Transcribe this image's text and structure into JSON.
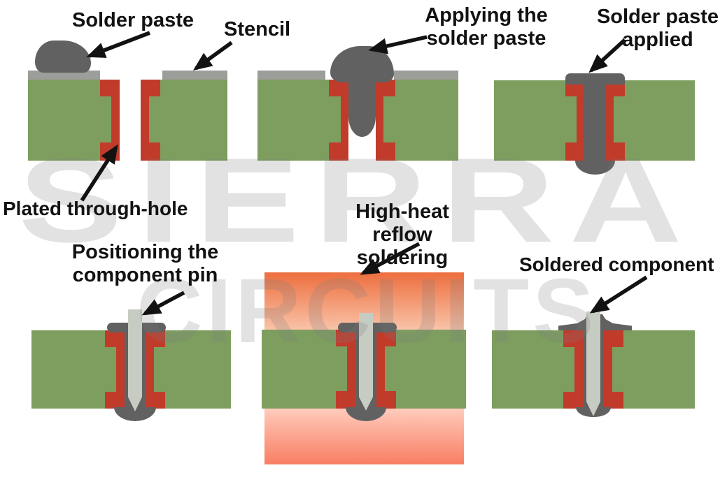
{
  "watermark": {
    "line1": "SIERRA",
    "line2": "CIRCUITS"
  },
  "labels": {
    "solder_paste": "Solder paste",
    "stencil": "Stencil",
    "applying": "Applying the\nsolder paste",
    "applied": "Solder paste\napplied",
    "plated_hole": "Plated through-hole",
    "positioning": "Positioning the\ncomponent pin",
    "reflow": "High-heat\nreflow soldering",
    "soldered": "Soldered component"
  },
  "colors": {
    "board_green": "#7E9E5F",
    "pad_red": "#C13B2B",
    "stencil_gray": "#9B9E99",
    "solder_paste_gray": "#616161",
    "pin_gray": "#C7CCC3",
    "heat_top_gradient": [
      "#ED6E3E",
      "#F9C3A8"
    ],
    "heat_bottom_gradient": [
      "#FFCBBC",
      "#F87E63"
    ],
    "label_text": "#121212",
    "watermark_gray": "rgba(125,125,125,0.22)"
  }
}
